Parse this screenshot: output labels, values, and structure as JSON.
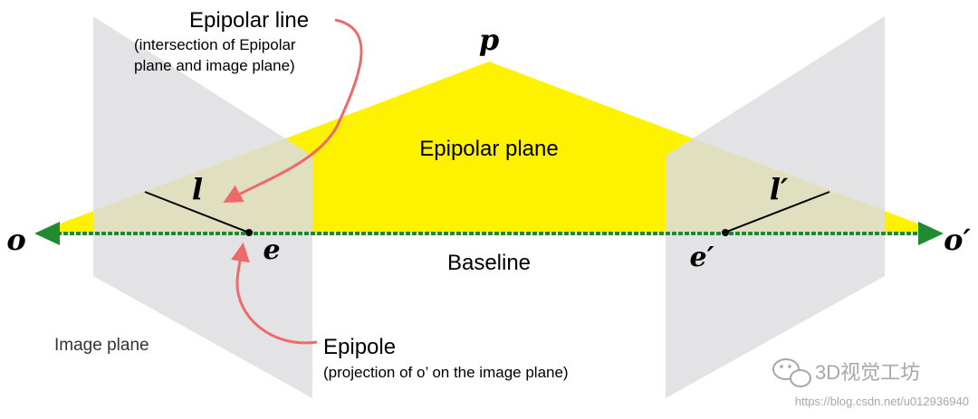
{
  "labels": {
    "point_p": "p",
    "center_left": "o",
    "center_right": "o′",
    "epipole_left": "e",
    "epipole_right": "e′",
    "line_left": "l",
    "line_right": "l′",
    "epipolar_plane": "Epipolar plane",
    "baseline": "Baseline",
    "image_plane": "Image plane",
    "epipolar_line_title": "Epipolar line",
    "epipolar_line_note_1": "(intersection of Epipolar",
    "epipolar_line_note_2": "plane and image plane)",
    "epipole_title": "Epipole",
    "epipole_note": "(projection of o’ on the image plane)"
  },
  "watermark": {
    "brand": "3D视觉工坊",
    "url": "https://blog.csdn.net/u012936940"
  },
  "colors": {
    "image_plane": "#e3e3e6",
    "epipolar_plane": "#fff200",
    "overlap": "#e0dfbf",
    "baseline": "#1f8a2e",
    "callout_arrow": "#ee6a6a",
    "epipolar_line": "#000000"
  }
}
